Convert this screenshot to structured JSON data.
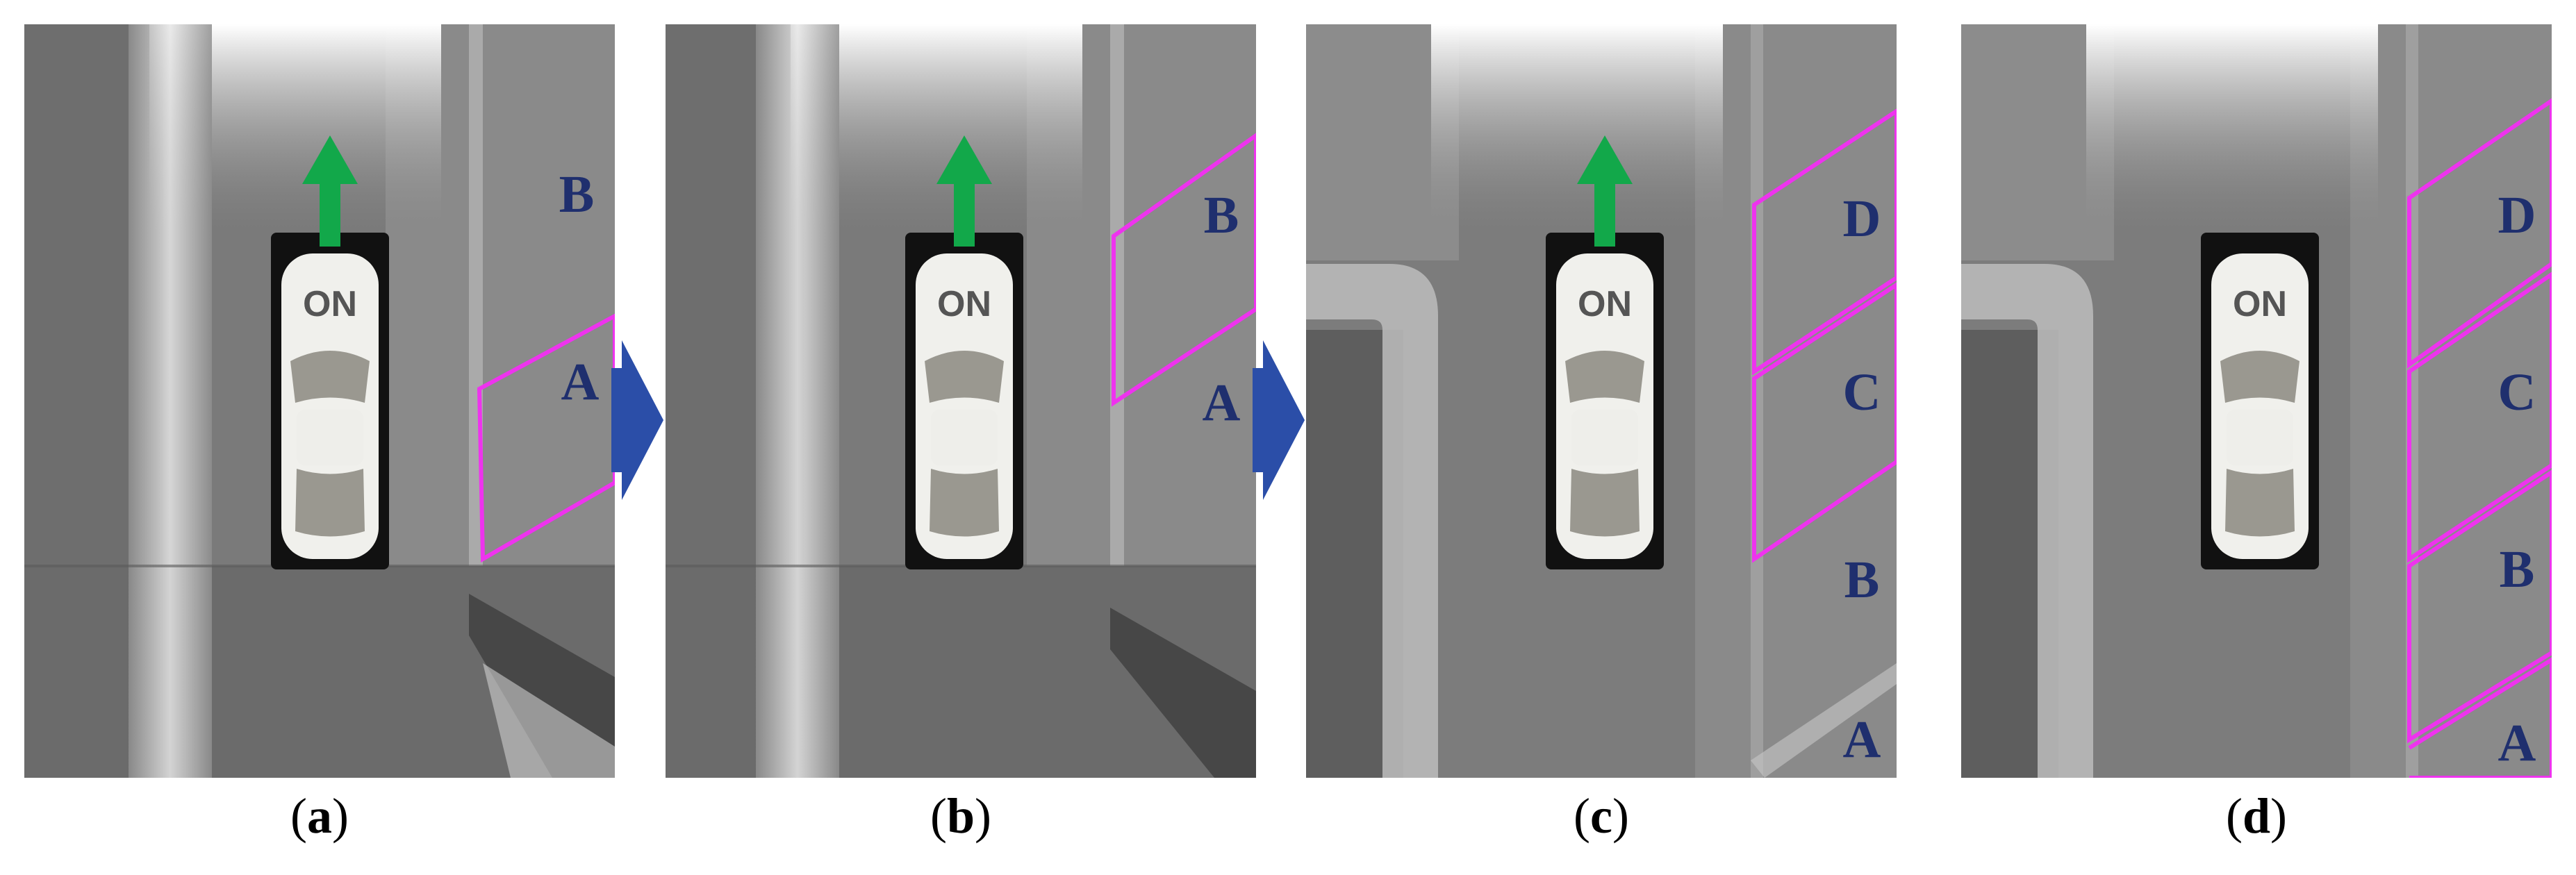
{
  "panels": [
    {
      "caption_letter": "a",
      "car_label": "ON",
      "show_arrow": true,
      "spot_labels": [
        "B",
        "A"
      ]
    },
    {
      "caption_letter": "b",
      "car_label": "ON",
      "show_arrow": true,
      "spot_labels": [
        "B",
        "A"
      ]
    },
    {
      "caption_letter": "c",
      "car_label": "ON",
      "show_arrow": true,
      "spot_labels": [
        "D",
        "C",
        "B",
        "A"
      ]
    },
    {
      "caption_letter": "d",
      "car_label": "ON",
      "show_arrow": false,
      "spot_labels": [
        "D",
        "C",
        "B",
        "A"
      ]
    }
  ],
  "colors": {
    "spot_outline": "#ee33ee",
    "spot_label": "#1f2f6e",
    "heading_arrow": "#12a84a",
    "flow_arrow": "#2b4ea8"
  }
}
